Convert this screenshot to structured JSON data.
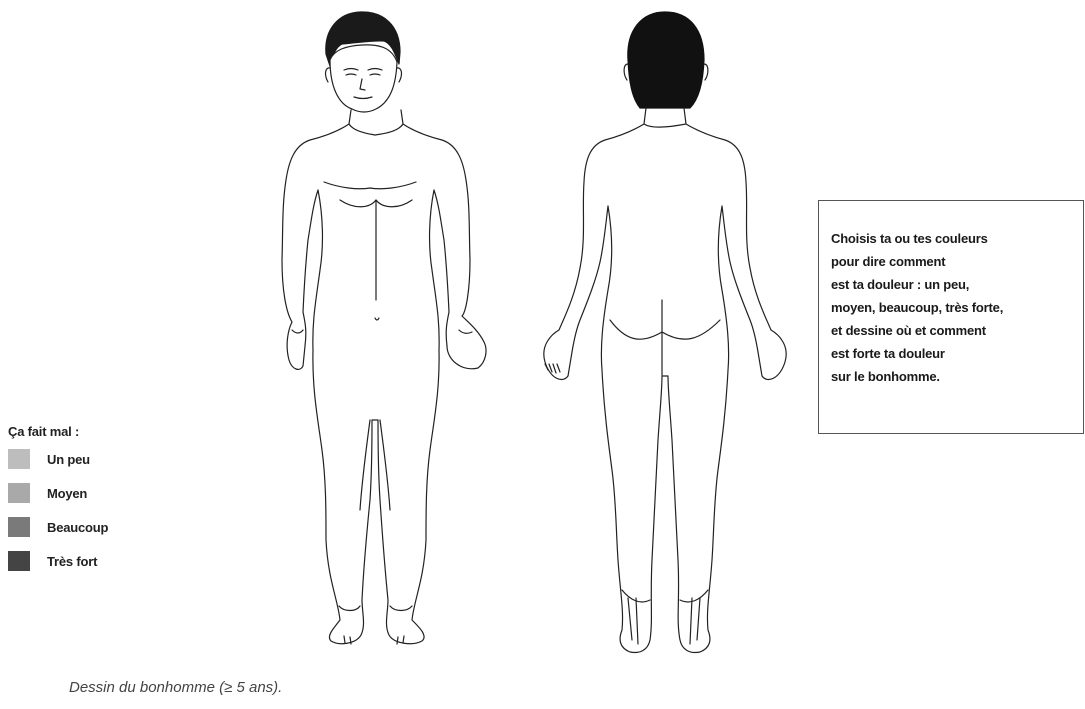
{
  "legend": {
    "title": "Ça fait mal :",
    "items": [
      {
        "label": "Un peu",
        "color": "#bdbdbd"
      },
      {
        "label": "Moyen",
        "color": "#a9a9a9"
      },
      {
        "label": "Beaucoup",
        "color": "#7a7a7a"
      },
      {
        "label": "Très fort",
        "color": "#444444"
      }
    ]
  },
  "instructions": {
    "lines": [
      "Choisis ta ou tes couleurs",
      "pour dire comment",
      "est ta douleur : un peu,",
      "moyen, beaucoup, très forte,",
      "et dessine où et comment",
      "est forte ta douleur",
      "sur le bonhomme."
    ]
  },
  "caption": "Dessin du bonhomme (≥ 5 ans)."
}
